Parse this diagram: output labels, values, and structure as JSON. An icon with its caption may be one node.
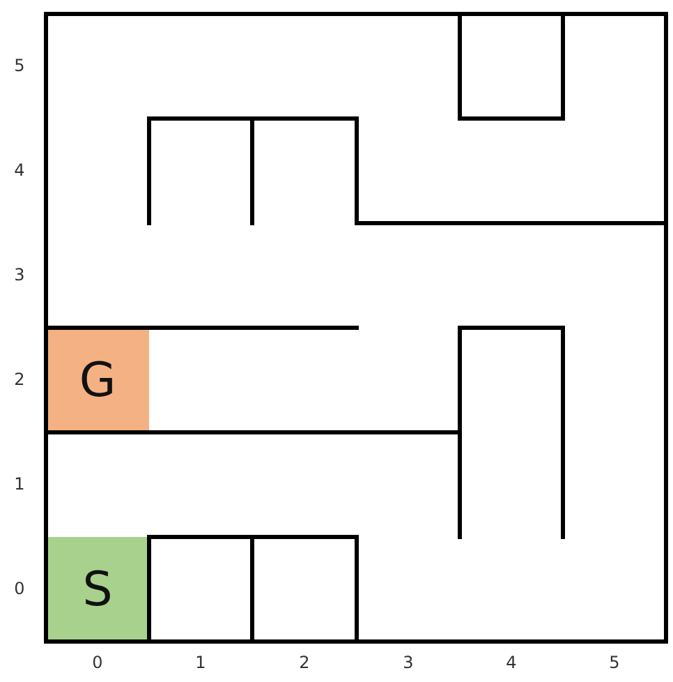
{
  "diagram": {
    "nodes": [
      {
        "text": [
          "G"
        ]
      },
      {
        "text": [
          "S"
        ]
      }
    ],
    "labels": [
      "5",
      "4",
      "3",
      "2",
      "1",
      "0",
      "0",
      "1",
      "2",
      "3",
      "4",
      "5"
    ]
  }
}
